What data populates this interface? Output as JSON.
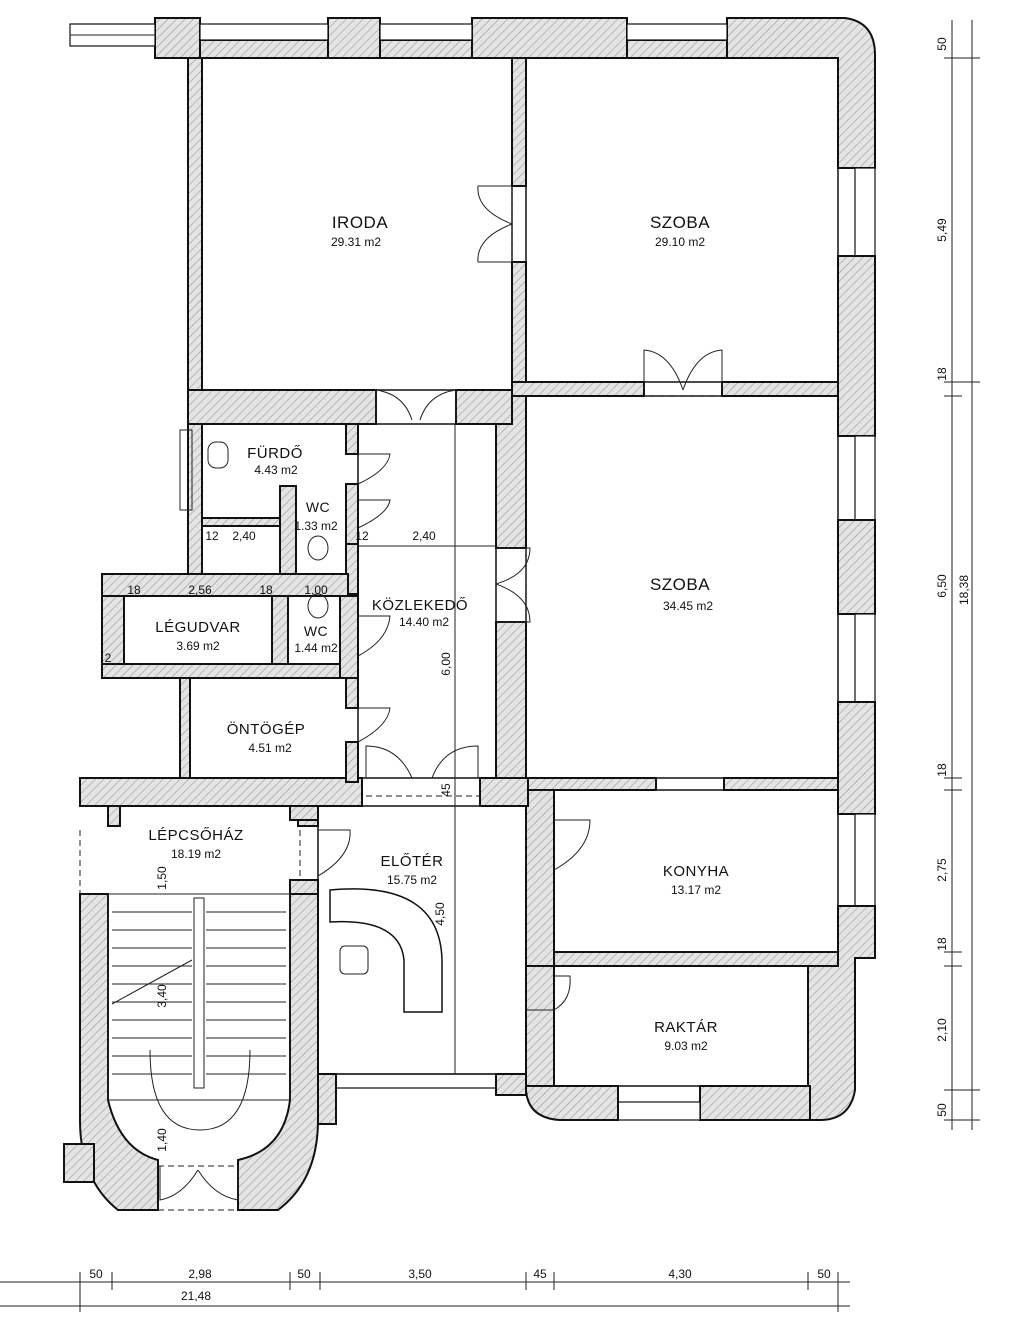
{
  "rooms": [
    {
      "id": "iroda",
      "name": "IRODA",
      "area": "29.31  m2"
    },
    {
      "id": "szoba1",
      "name": "SZOBA",
      "area": "29.10  m2"
    },
    {
      "id": "furdo",
      "name": "FÜRDŐ",
      "area": "4.43  m2"
    },
    {
      "id": "wc1",
      "name": "WC",
      "area": "1.33  m2"
    },
    {
      "id": "legudvar",
      "name": "LÉGUDVAR",
      "area": "3.69  m2"
    },
    {
      "id": "wc2",
      "name": "WC",
      "area": "1.44  m2"
    },
    {
      "id": "kozlekedo",
      "name": "KÖZLEKEDŐ",
      "area": "14.40  m2"
    },
    {
      "id": "szoba2",
      "name": "SZOBA",
      "area": "34.45  m2"
    },
    {
      "id": "ontogep",
      "name": "ÖNTÖGÉP",
      "area": "4.51  m2"
    },
    {
      "id": "lepcsohaz",
      "name": "LÉPCSŐHÁZ",
      "area": "18.19  m2"
    },
    {
      "id": "eloter",
      "name": "ELŐTÉR",
      "area": "15.75  m2"
    },
    {
      "id": "konyha",
      "name": "KONYHA",
      "area": "13.17  m2"
    },
    {
      "id": "raktar",
      "name": "RAKTÁR",
      "area": "9.03  m2"
    }
  ],
  "interior_dimensions": {
    "d1": "12",
    "d2": "2,40",
    "d3": "12",
    "d4": "2,40",
    "d5": "18",
    "d6": "2,56",
    "d7": "18",
    "d8": "1,00",
    "d9": "2",
    "d10": "6,00",
    "d11": "45",
    "d12": "1,50",
    "d13": "3,40",
    "d14": "4,50",
    "d15": "1,40"
  },
  "right_dimensions": {
    "r1": "50",
    "r2": "5,49",
    "r3": "18",
    "r4": "6,50",
    "r5": "18",
    "r6": "2,75",
    "r7": "18",
    "r8": "2,10",
    "r9": "50",
    "total": "18,38"
  },
  "bottom_dimensions": {
    "b1": "50",
    "b2": "2,98",
    "b3": "50",
    "b4": "3,50",
    "b5": "45",
    "b6": "4,30",
    "b7": "50",
    "total": "21,48"
  }
}
